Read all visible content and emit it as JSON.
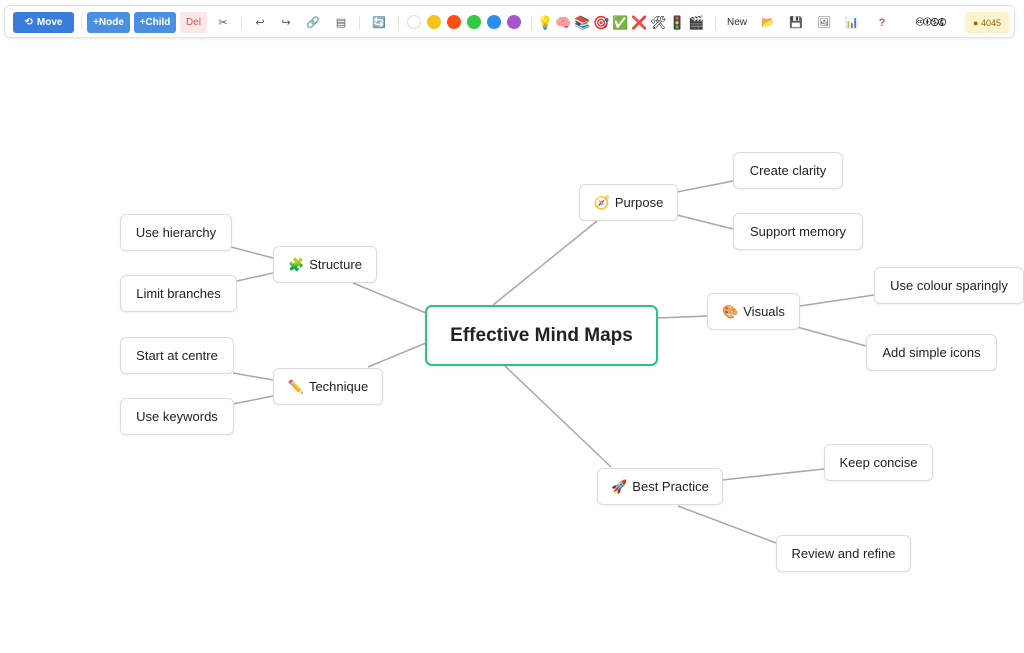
{
  "toolbar": {
    "move": "Move",
    "move_icon": "⟲",
    "add_node": "+Node",
    "add_child": "+Child",
    "delete": "Del",
    "cut_icon": "✂",
    "undo_icon": "↩",
    "redo_icon": "↪",
    "link_icon": "🔗",
    "note_icon": "▤",
    "refresh_icon": "🔄",
    "colors": [
      "#ffffff",
      "#f5c518",
      "#ff4d14",
      "#2ecc40",
      "#2d8cf0",
      "#a855d4"
    ],
    "emojis": [
      "💡",
      "🧠",
      "📚",
      "🎯",
      "✅",
      "❌",
      "🛠",
      "🚦",
      "🎬"
    ],
    "new": "New",
    "open_icon": "📂",
    "save_icon": "💾",
    "image_icon": "🖼",
    "chart_icon": "📊",
    "help": "?",
    "license": "🅭🅯🄏🅮",
    "score": "● 4045"
  },
  "map": {
    "center": "Effective Mind Maps",
    "branches": {
      "purpose": {
        "icon": "🧭",
        "label": "Purpose",
        "children": [
          "Create clarity",
          "Support memory"
        ]
      },
      "visuals": {
        "icon": "🎨",
        "label": "Visuals",
        "children": [
          "Use colour sparingly",
          "Add simple icons"
        ]
      },
      "best_practice": {
        "icon": "🚀",
        "label": "Best Practice",
        "children": [
          "Keep concise",
          "Review and refine"
        ]
      },
      "structure": {
        "icon": "🧩",
        "label": "Structure",
        "children": [
          "Use hierarchy",
          "Limit branches"
        ]
      },
      "technique": {
        "icon": "✏️",
        "label": "Technique",
        "children": [
          "Start at centre",
          "Use keywords"
        ]
      }
    }
  }
}
